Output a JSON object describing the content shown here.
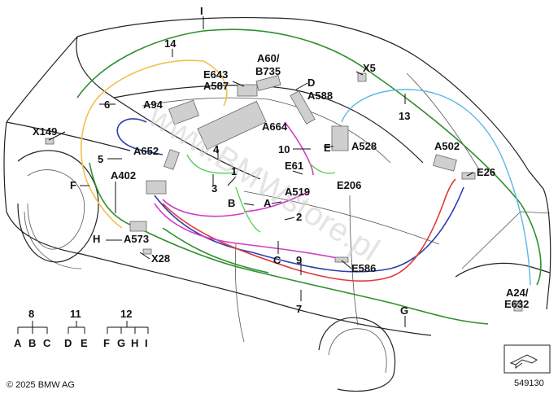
{
  "colors": {
    "green": "#2f8f2f",
    "yellow": "#f2c14e",
    "blue": "#2b3fae",
    "red": "#e03b3b",
    "magenta": "#d23cc8",
    "cyan": "#5ab8e6",
    "lightgreen": "#59d05a"
  },
  "labels": {
    "I": "I",
    "n14": "14",
    "A60": "A60/",
    "B735": "B735",
    "X5": "X5",
    "E643": "E643",
    "A587": "A587",
    "D_top": "D",
    "A588": "A588",
    "n6": "6",
    "A94": "A94",
    "n13": "13",
    "A664": "A664",
    "X149": "X149",
    "n4": "4",
    "n10": "10",
    "E_mid": "E",
    "A528": "A528",
    "A652": "A652",
    "n5": "5",
    "A502": "A502",
    "E61": "E61",
    "n1": "1",
    "A402": "A402",
    "F_left": "F",
    "n3": "3",
    "E26": "E26",
    "E206": "E206",
    "A519": "A519",
    "B_mid": "B",
    "A_mid": "A",
    "n2": "2",
    "H_left": "H",
    "A573": "A573",
    "X28": "X28",
    "C_mid": "C",
    "n9": "9",
    "E586": "E586",
    "n7": "7",
    "G_mid": "G",
    "A24": "A24/",
    "E632": "E632"
  },
  "legend": {
    "group8": {
      "num": "8",
      "items": [
        "A",
        "B",
        "C"
      ]
    },
    "group11": {
      "num": "11",
      "items": [
        "D",
        "E"
      ]
    },
    "group12": {
      "num": "12",
      "items": [
        "F",
        "G",
        "H",
        "I"
      ]
    }
  },
  "copyright": "© 2025 BMW AG",
  "figure_number": "549130",
  "watermark": "www.BMWstore.pl"
}
